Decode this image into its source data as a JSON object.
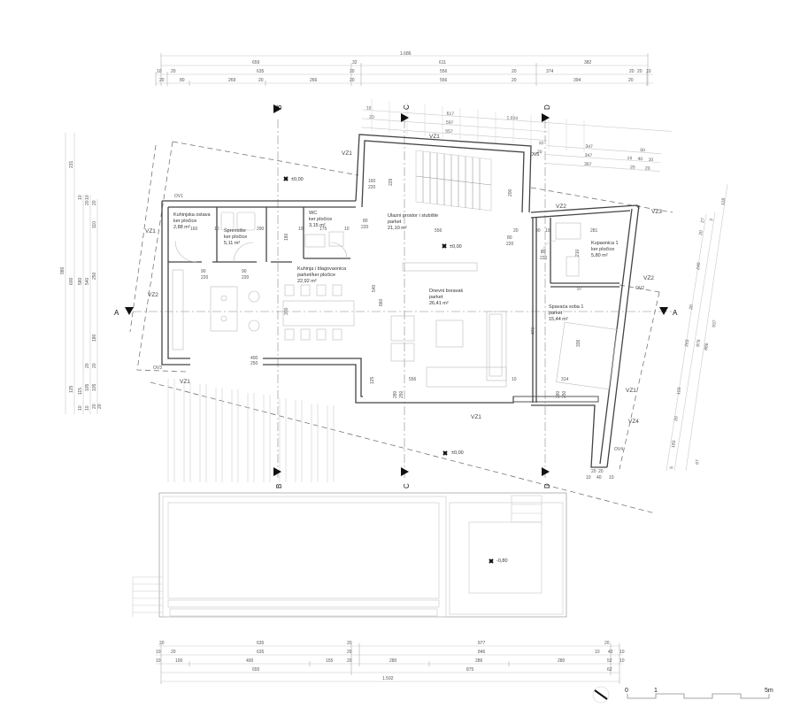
{
  "drawing": {
    "type": "architectural-floor-plan",
    "dimensions_top": {
      "row1": [
        "1.686"
      ],
      "row2": [
        "659",
        "32",
        "611",
        "382"
      ],
      "row3": [
        "10",
        "20",
        "635",
        "20",
        "556",
        "20",
        "374",
        "20",
        "20",
        "10"
      ],
      "row4": [
        "20",
        "80",
        "269",
        "20",
        "266",
        "20",
        "556",
        "20",
        "394",
        "20"
      ]
    },
    "dimensions_top_rotated": {
      "row1": [
        "10",
        "617",
        "1.024"
      ],
      "row2": [
        "20",
        "597"
      ],
      "row3": [
        "557"
      ],
      "right1": [
        "10",
        "347",
        "50"
      ],
      "right2": [
        "20",
        "347",
        "15",
        "40",
        "10"
      ],
      "right3": [
        "367",
        "20",
        "20"
      ]
    },
    "dimensions_bottom": {
      "row1": [
        "20",
        "635",
        "20",
        "877",
        "20"
      ],
      "row2": [
        "10",
        "20",
        "635",
        "20",
        "846",
        "10",
        "42",
        "10"
      ],
      "row3": [
        "10",
        "100",
        "400",
        "155",
        "20",
        "280",
        "286",
        "280",
        "52",
        "10"
      ],
      "row4": [
        "655",
        "875",
        "62"
      ],
      "row5": [
        "1.592"
      ]
    },
    "dimensions_left": {
      "outer": [
        "986",
        "231"
      ],
      "col2": [
        "600",
        "10",
        "125",
        "10"
      ],
      "col3": [
        "580",
        "10",
        "115",
        "10"
      ],
      "col4": [
        "540",
        "20",
        "20",
        "105",
        "20"
      ],
      "col5": [
        "20",
        "110",
        "250",
        "180",
        "20",
        "105",
        "20"
      ]
    },
    "dimensions_right": {
      "col1": [
        "118",
        "937"
      ],
      "col2": [
        "27",
        "3",
        "20",
        "240",
        "20",
        "263",
        "103",
        "20",
        "183",
        "5"
      ],
      "col3": [
        "876",
        "886",
        "67"
      ]
    },
    "rooms": [
      {
        "name": "Kuhinjska ostava",
        "finish": "ker pločice",
        "area": "2,88 m²"
      },
      {
        "name": "Spremište",
        "finish": "ker pločice",
        "area": "5,11 m²"
      },
      {
        "name": "WC",
        "finish": "ker pločice",
        "area": "3,15 m²"
      },
      {
        "name": "Kuhinja i blagovaonica",
        "finish": "parket/ker pločice",
        "area": "22,92 m²"
      },
      {
        "name": "Ulazni prostor i stubište",
        "finish": "parket",
        "area": "21,10 m²"
      },
      {
        "name": "Dnevni boravak",
        "finish": "parket",
        "area": "26,41 m²"
      },
      {
        "name": "Kupaonica 1",
        "finish": "ker pločice",
        "area": "5,80 m²"
      },
      {
        "name": "Spavaća soba 1",
        "finish": "parket",
        "area": "15,44 m²"
      }
    ],
    "interior_dims": {
      "kitchen_pantry_w": "160",
      "pantry_wall": "10",
      "storage_w": "290",
      "storage_h": "180",
      "wall_10a": "10",
      "wc_w": "175",
      "wc_wall": "10",
      "door_a": "80",
      "door_a_h": "220",
      "door_b": "90",
      "door_b_h": "220",
      "door_c": "90",
      "door_c_h": "220",
      "door_d": "80",
      "door_d_h": "220",
      "entrance_w": "160",
      "entrance_h": "220",
      "kitchen_h": "540",
      "living_h": "860",
      "kitchen_table": "300",
      "window_k": "400",
      "window_k_h": "250",
      "entry_w": "556",
      "wall_20": "20",
      "door_e": "90",
      "wall_e": "10",
      "door_f": "80",
      "door_f_h": "220",
      "stair_h": "229",
      "stair_len": "200",
      "bath_w": "281",
      "bath_h": "210",
      "bath_sub": "97",
      "bed_h": "476",
      "bed_w": "336",
      "bed_w2": "314",
      "living_sofa": "556",
      "living_wall": "10",
      "living_125": "125",
      "win_l_w": "280",
      "win_l_h": "250",
      "win_r_w": "280",
      "win_r_h": "250",
      "corner_20a": "20",
      "corner_20b": "20",
      "corner_10": "10",
      "corner_40": "40",
      "corner_10b": "10"
    },
    "wall_tags": [
      "VZ1",
      "VZ1",
      "VZ1",
      "VZ1",
      "VZ1",
      "VZ1",
      "VZ2",
      "VZ2",
      "VZ2",
      "VZ3",
      "VZ4"
    ],
    "opening_tags": [
      "OV1",
      "OV2",
      "OV3",
      "OV4",
      "OV5"
    ],
    "section_markers": {
      "A_left": "A",
      "A_right": "A",
      "B_top": "B",
      "B_bottom": "B",
      "C_top": "C",
      "C_bottom": "C",
      "D_top": "D",
      "D_bottom": "D"
    },
    "levels": {
      "entrance": "±0,00",
      "interior": "±0,00",
      "terrace": "±0,00",
      "pool": "-0,80"
    },
    "scale_bar": {
      "labels": [
        "0",
        "1",
        "5m"
      ]
    },
    "north_arrow": "north-arrow"
  }
}
